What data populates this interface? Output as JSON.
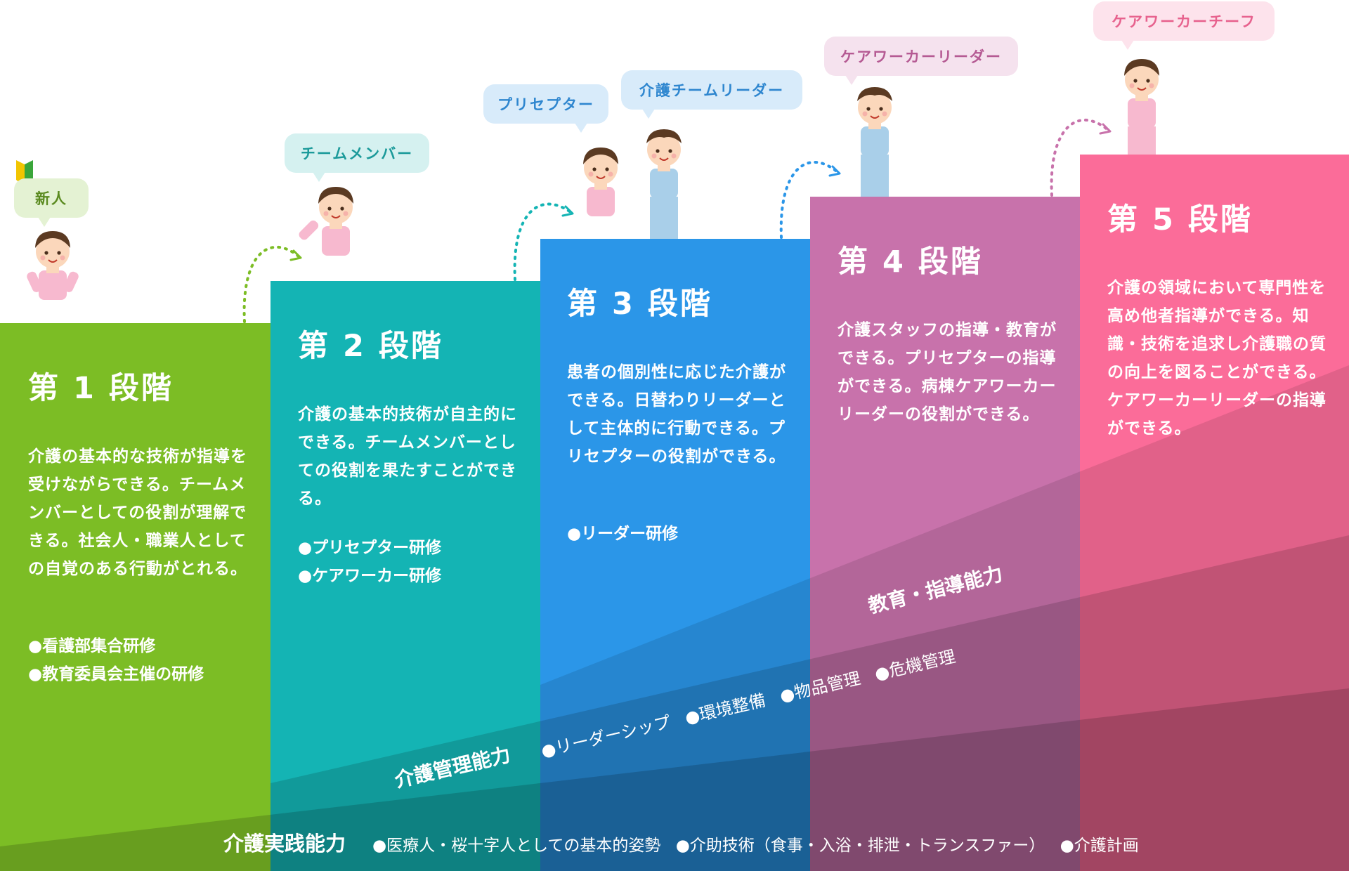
{
  "steps": [
    {
      "title": "第 1 段階",
      "color": "#7cbd25",
      "description": "介護の基本的な技術が指導を受けながらできる。チームメンバーとしての役割が理解できる。社会人・職業人としての自覚のある行動がとれる。",
      "training": [
        "看護部集合研修",
        "教育委員会主催の研修"
      ],
      "role": "新人",
      "role_bubble_color": "#e4f2d3",
      "role_text_color": "#5a8a1f"
    },
    {
      "title": "第 2 段階",
      "color": "#14b4b4",
      "description": "介護の基本的技術が自主的にできる。チームメンバーとしての役割を果たすことができる。",
      "training": [
        "プリセプター研修",
        "ケアワーカー研修"
      ],
      "role": "チームメンバー",
      "role_bubble_color": "#d5f1f0",
      "role_text_color": "#1b9a9a"
    },
    {
      "title": "第 3 段階",
      "color": "#2b96e8",
      "description": "患者の個別性に応じた介護ができる。日替わりリーダーとして主体的に行動できる。プリセプターの役割ができる。",
      "training": [
        "リーダー研修"
      ],
      "roles": [
        "プリセプター",
        "介護チームリーダー"
      ],
      "role_bubble_color": "#d8ebfa",
      "role_text_color": "#2e86cf"
    },
    {
      "title": "第 4 段階",
      "color": "#c872ab",
      "description": "介護スタッフの指導・教育ができる。プリセプターの指導ができる。病棟ケアワーカーリーダーの役割ができる。",
      "training": [],
      "role": "ケアワーカーリーダー",
      "role_bubble_color": "#f5e2ee",
      "role_text_color": "#b55a93"
    },
    {
      "title": "第 5 段階",
      "color": "#fb6c99",
      "description": "介護の領域において専門性を高め他者指導ができる。知識・技術を追求し介護職の質の向上を図ることができる。ケアワーカーリーダーの指導ができる。",
      "training": [],
      "role": "ケアワーカーチーフ",
      "role_bubble_color": "#fde3ec",
      "role_text_color": "#e7628e"
    }
  ],
  "skills": {
    "practice": {
      "label": "介護実践能力",
      "items": [
        "医療人・桜十字人としての基本的姿勢",
        "介助技術（食事・入浴・排泄・トランスファー）",
        "介護計画"
      ]
    },
    "management": {
      "label": "介護管理能力",
      "items": [
        "リーダーシップ",
        "環境整備",
        "物品管理",
        "危機管理"
      ]
    },
    "education": {
      "label": "教育・指導能力"
    }
  }
}
